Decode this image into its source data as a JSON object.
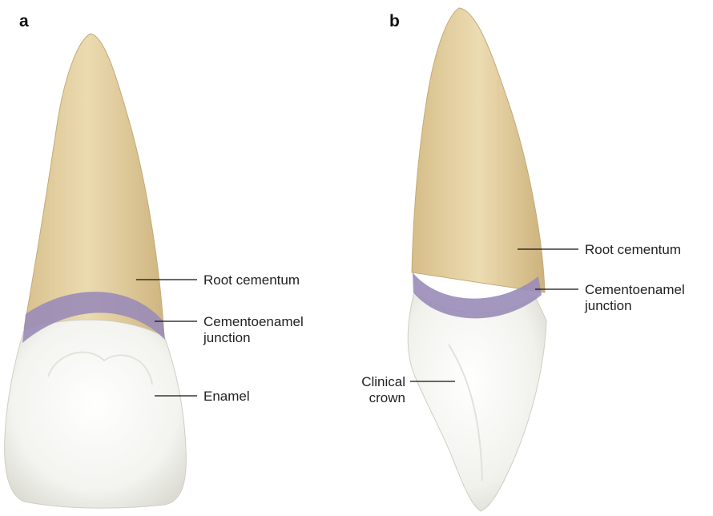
{
  "panels": [
    {
      "letter": "a",
      "labels": {
        "root_cementum": "Root cementum",
        "cej_line1": "Cementoenamel",
        "cej_line2": "junction",
        "enamel": "Enamel"
      }
    },
    {
      "letter": "b",
      "labels": {
        "root_cementum": "Root cementum",
        "cej_line1": "Cementoenamel",
        "cej_line2": "junction",
        "clinical_line1": "Clinical",
        "clinical_line2": "crown"
      }
    }
  ],
  "colors": {
    "root": "#e6d3a4",
    "root_shade": "#cdb47c",
    "cej_band": "#9a8cb8",
    "enamel": "#f5f5f1",
    "enamel_shade": "#d9d9d2",
    "outline": "#bfae86"
  }
}
